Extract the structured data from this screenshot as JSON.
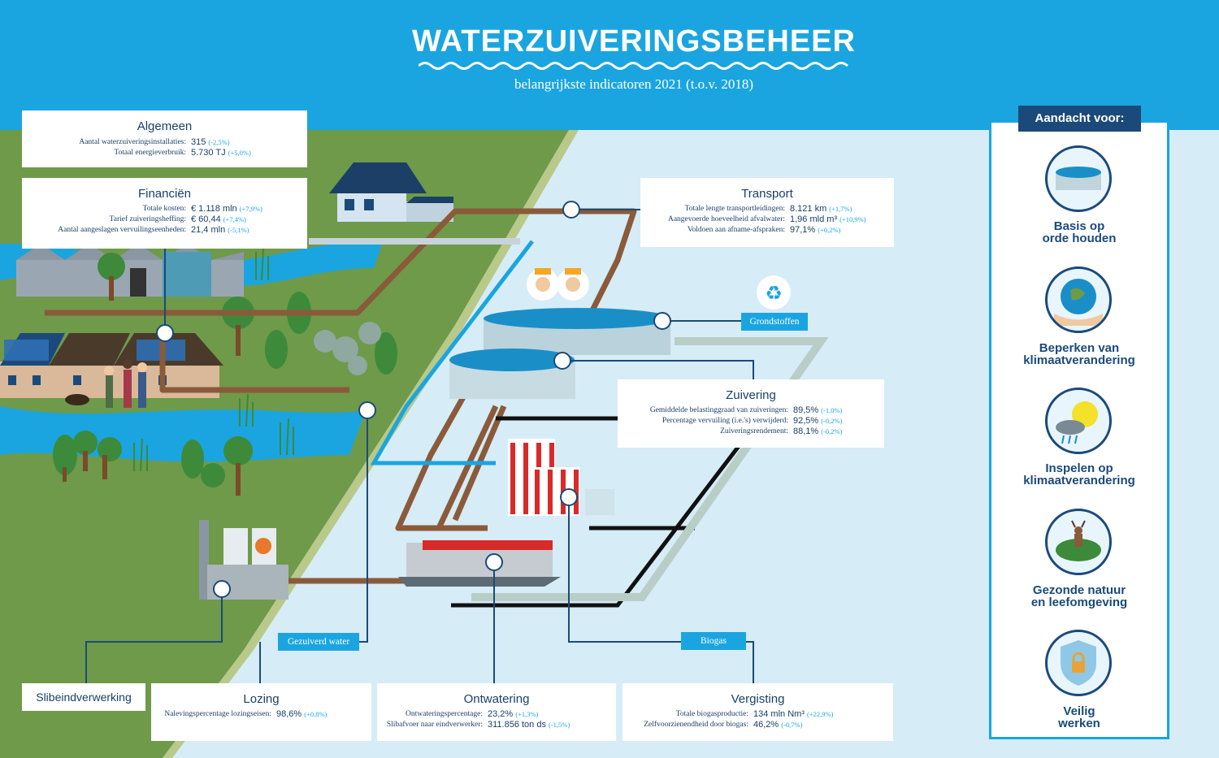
{
  "header": {
    "title": "WATERZUIVERINGSBEHEER",
    "subtitle": "belangrijkste indicatoren 2021 (t.o.v. 2018)"
  },
  "algemeen": {
    "title": "Algemeen",
    "rows": [
      {
        "label": "Aantal waterzuiveringsinstallaties:",
        "value": "315",
        "change": "(-2,5%)"
      },
      {
        "label": "Totaal energieverbruik:",
        "value": "5.730 TJ",
        "change": "(+5,0%)"
      }
    ]
  },
  "financien": {
    "title": "Financiën",
    "rows": [
      {
        "label": "Totale kosten:",
        "value": "€ 1.118 mln",
        "change": "(+7,9%)"
      },
      {
        "label": "Tarief zuiveringsheffing:",
        "value": "€ 60,44",
        "change": "(+7,4%)"
      },
      {
        "label": "Aantal aangeslagen vervuilingseenheden:",
        "value": "21,4 mln",
        "change": "(-5,1%)"
      }
    ]
  },
  "transport": {
    "title": "Transport",
    "rows": [
      {
        "label": "Totale lengte transportleidingen:",
        "value": "8.121 km",
        "change": "(+1,7%)"
      },
      {
        "label": "Aangevoerde hoeveelheid afvalwater:",
        "value": "1,96 mld m³",
        "change": "(+10,9%)"
      },
      {
        "label": "Voldoen aan afname-afspraken:",
        "value": "97,1%",
        "change": "(+0,2%)"
      }
    ]
  },
  "zuivering": {
    "title": "Zuivering",
    "rows": [
      {
        "label": "Gemiddelde belastinggraad van zuiveringen:",
        "value": "89,5%",
        "change": "(-1,0%)"
      },
      {
        "label": "Percentage vervuiling (i.e.'s) verwijderd:",
        "value": "92,5%",
        "change": "(-0,2%)"
      },
      {
        "label": "Zuiveringsrendement:",
        "value": "88,1%",
        "change": "(-0,2%)"
      }
    ]
  },
  "lozing": {
    "title": "Lozing",
    "rows": [
      {
        "label": "Nalevingspercentage lozingseisen:",
        "value": "98,6%",
        "change": "(+0,8%)"
      }
    ]
  },
  "ontwatering": {
    "title": "Ontwatering",
    "rows": [
      {
        "label": "Ontwateringspercentage:",
        "value": "23,2%",
        "change": "(+1,3%)"
      },
      {
        "label": "Slibafvoer naar eindverwerker:",
        "value": "311.856 ton ds",
        "change": "(-1,5%)"
      }
    ]
  },
  "vergisting": {
    "title": "Vergisting",
    "rows": [
      {
        "label": "Totale biogasproductie:",
        "value": "134 mln Nm³",
        "change": "(+22,9%)"
      },
      {
        "label": "Zelfvoorzienendheid door biogas:",
        "value": "46,2%",
        "change": "(-0,7%)"
      }
    ]
  },
  "slib": {
    "title": "Slibeindverwerking"
  },
  "tags": {
    "grondstoffen": "Grondstoffen",
    "gezuiverd_water": "Gezuiverd water",
    "biogas": "Biogas"
  },
  "focus": {
    "title": "Aandacht voor:",
    "items": [
      {
        "line1": "Basis op",
        "line2": "orde houden",
        "icon": "tank-icon"
      },
      {
        "line1": "Beperken van",
        "line2": "klimaatverandering",
        "icon": "earth-hands-icon"
      },
      {
        "line1": "Inspelen op",
        "line2": "klimaatverandering",
        "icon": "sun-cloud-rain-icon"
      },
      {
        "line1": "Gezonde natuur",
        "line2": "en leefomgeving",
        "icon": "deer-nature-icon"
      },
      {
        "line1": "Veilig",
        "line2": "werken",
        "icon": "shield-lock-icon"
      }
    ]
  },
  "colors": {
    "sky": "#1aa5e0",
    "navy": "#1b4a7a",
    "grass": "#6e9a4a",
    "water": "#d6ecf7",
    "pipe_brown": "#8a5a3a"
  }
}
